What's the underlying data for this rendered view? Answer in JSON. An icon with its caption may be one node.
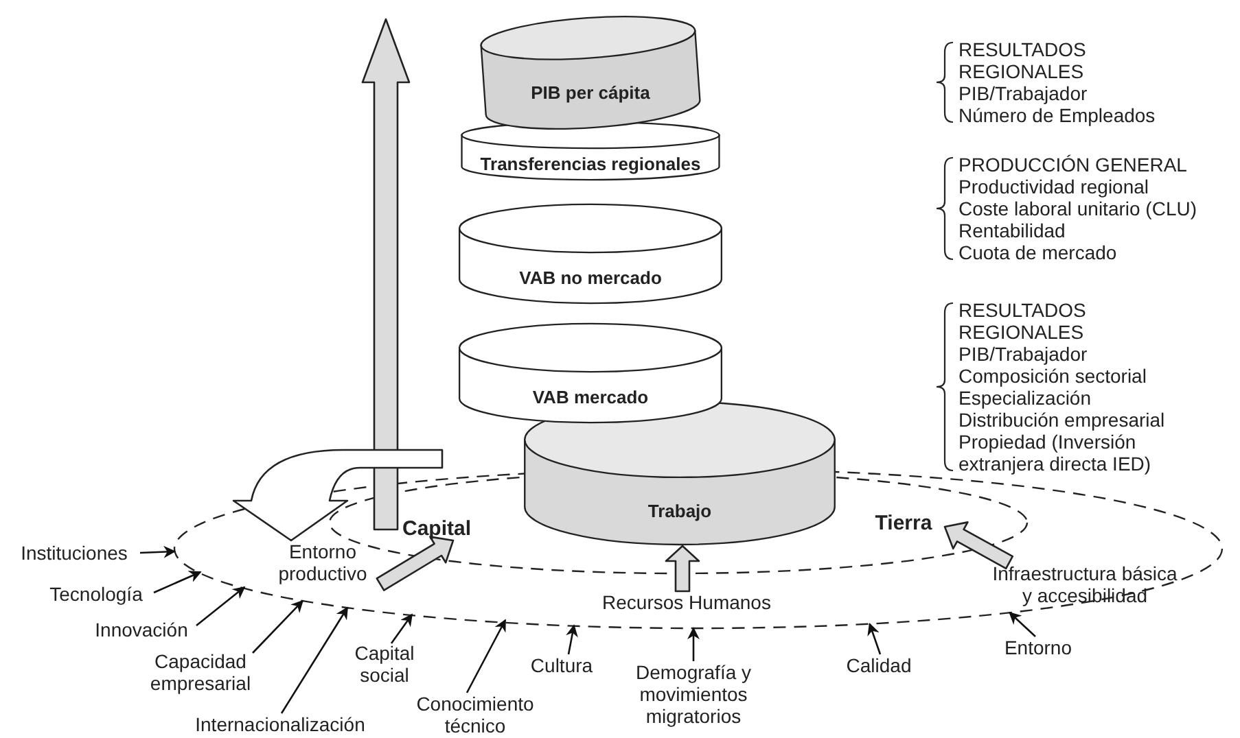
{
  "diagram": {
    "nodes": [
      {
        "text": [
          "PIB per cápita"
        ]
      },
      {
        "text": [
          "Transferencias regionales"
        ]
      },
      {
        "text": [
          "VAB no mercado"
        ]
      },
      {
        "text": [
          "VAB mercado"
        ]
      },
      {
        "text": [
          "Trabajo"
        ]
      },
      {
        "text": [],
        "shape": "ellipse"
      },
      {
        "text": [],
        "shape": "ellipse",
        "in": 5
      },
      {
        "text": [
          "Capital"
        ],
        "in": 6
      },
      {
        "text": [
          "Tierra"
        ],
        "in": 6
      },
      {
        "text": [
          "Entorno productivo"
        ],
        "in": 5
      },
      {
        "text": [
          "Recursos Humanos"
        ],
        "in": 5
      },
      {
        "text": [
          "Infraestructura básica y accesibilidad"
        ],
        "in": 5
      },
      {
        "text": [
          "Instituciones"
        ]
      },
      {
        "text": [
          "Tecnología"
        ]
      },
      {
        "text": [
          "Innovación"
        ]
      },
      {
        "text": [
          "Capacidad empresarial"
        ]
      },
      {
        "text": [
          "Capital social"
        ]
      },
      {
        "text": [
          "Internacionalización"
        ]
      },
      {
        "text": [
          "Conocimiento técnico"
        ]
      },
      {
        "text": [
          "Cultura"
        ]
      },
      {
        "text": [
          "Demografía y movimientos migratorios"
        ]
      },
      {
        "text": [
          "Calidad"
        ]
      },
      {
        "text": [
          "Entorno"
        ]
      }
    ],
    "edges": [
      {
        "from": 12,
        "to": 5,
        "arrow": "to"
      },
      {
        "from": 13,
        "to": 5,
        "arrow": "to"
      },
      {
        "from": 14,
        "to": 5,
        "arrow": "to"
      },
      {
        "from": 15,
        "to": 5,
        "arrow": "to"
      },
      {
        "from": 17,
        "to": 5,
        "arrow": "to"
      },
      {
        "from": 16,
        "to": 5,
        "arrow": "to"
      },
      {
        "from": 18,
        "to": 5,
        "arrow": "to"
      },
      {
        "from": 19,
        "to": 5,
        "arrow": "to"
      },
      {
        "from": 20,
        "to": 5,
        "arrow": "to"
      },
      {
        "from": 21,
        "to": 5,
        "arrow": "to"
      },
      {
        "from": 22,
        "to": 5,
        "arrow": "to"
      },
      {
        "from": 9,
        "to": 7,
        "arrow": "to",
        "style": "thick",
        "color": "#dcdcdc"
      },
      {
        "from": 10,
        "to": 4,
        "arrow": "to",
        "style": "thick",
        "color": "#dcdcdc"
      },
      {
        "from": 11,
        "to": 8,
        "arrow": "to",
        "style": "thick",
        "color": "#dcdcdc"
      },
      {
        "from": 5,
        "to": null,
        "arrow": "to",
        "style": "thick",
        "color": "#dcdcdc"
      },
      {
        "from": null,
        "to": 9,
        "arrow": "to",
        "style": "thick"
      }
    ],
    "labels": [
      "RESULTADOS REGIONALES",
      "PIB/Trabajador",
      "Número de Empleados",
      "PRODUCCIÓN GENERAL",
      "Productividad regional",
      "Coste laboral unitario (CLU)",
      "Rentabilidad",
      "Cuota de mercado",
      "RESULTADOS REGIONALES",
      "PIB/Trabajador",
      "Composición sectorial",
      "Especialización",
      "Distribución empresarial",
      "Propiedad (Inversión extranjera directa IED)"
    ]
  }
}
